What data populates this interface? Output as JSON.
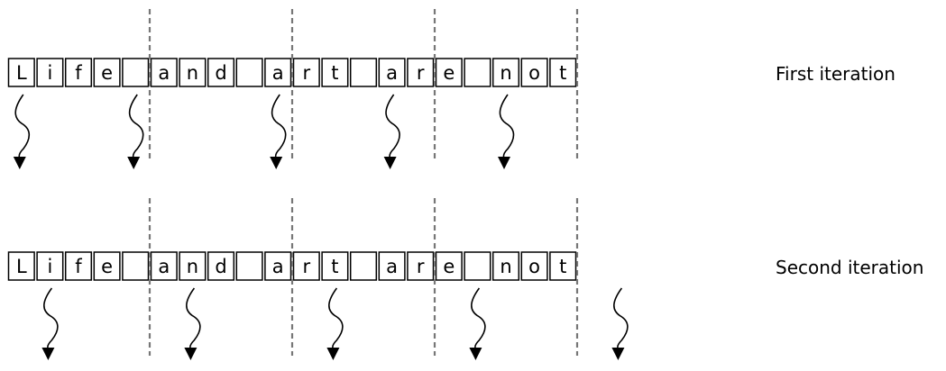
{
  "colors": {
    "stroke": "#000000",
    "divider": "#777777",
    "background": "#ffffff"
  },
  "rows": [
    {
      "label": "First iteration",
      "cells": [
        "L",
        "i",
        "f",
        "e",
        " ",
        "a",
        "n",
        "d",
        " ",
        "a",
        "r",
        "t",
        " ",
        "a",
        "r",
        "e",
        " ",
        "n",
        "o",
        "t"
      ],
      "arrow_cells": [
        0,
        4,
        9,
        13,
        17
      ],
      "divider_after_cells": [
        4,
        9,
        14,
        19
      ]
    },
    {
      "label": "Second iteration",
      "cells": [
        "L",
        "i",
        "f",
        "e",
        " ",
        "a",
        "n",
        "d",
        " ",
        "a",
        "r",
        "t",
        " ",
        "a",
        "r",
        "e",
        " ",
        "n",
        "o",
        "t"
      ],
      "arrow_cells": [
        1,
        6,
        11,
        16,
        21
      ],
      "divider_after_cells": [
        4,
        9,
        14,
        19
      ]
    }
  ]
}
